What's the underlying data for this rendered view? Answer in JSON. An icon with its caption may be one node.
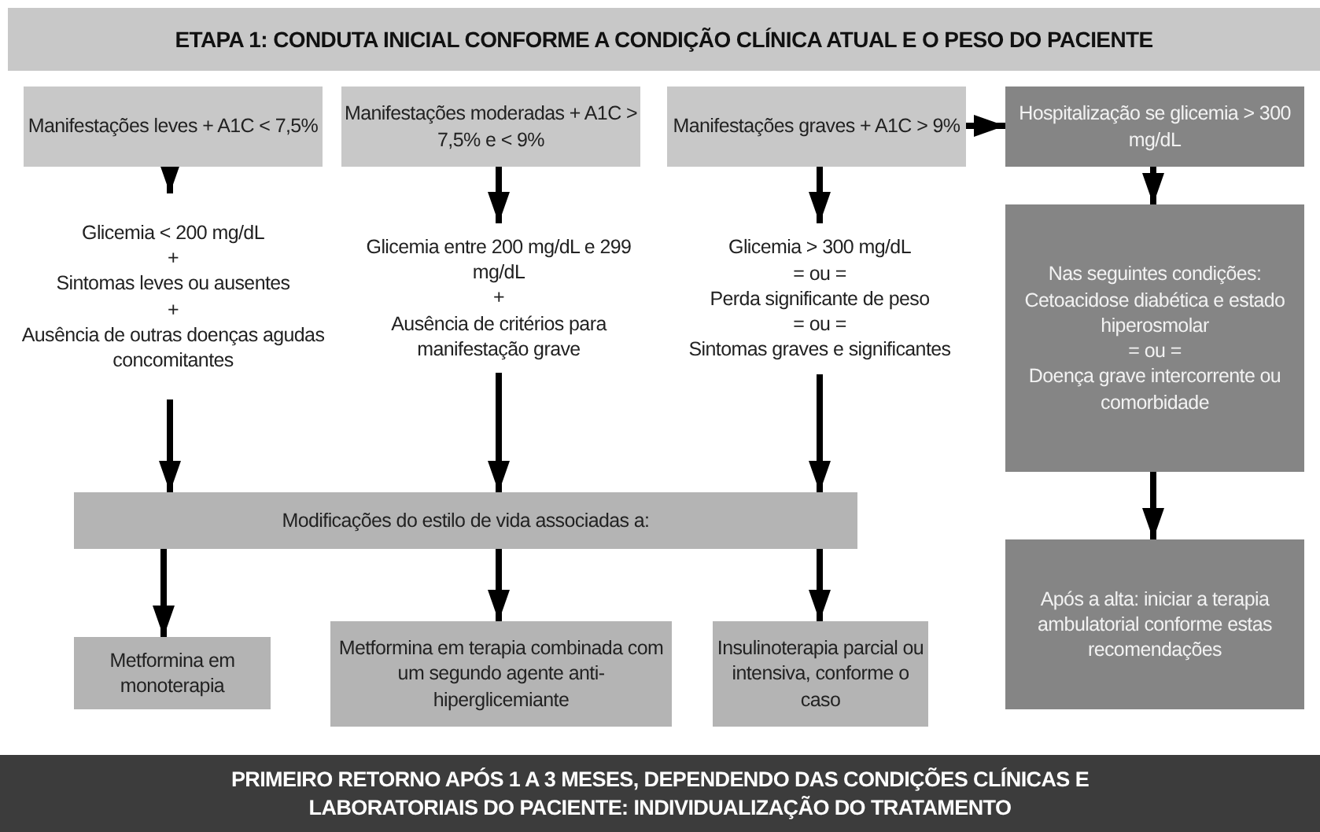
{
  "diagram": {
    "nodes": [
      {
        "text": [
          "ETAPA 1: CONDUTA INICIAL CONFORME A CONDIÇÃO CLÍNICA ATUAL E O PESO DO PACIENTE"
        ]
      },
      {
        "text": [
          "Manifestações leves + A1C < 7,5%"
        ]
      },
      {
        "text": [
          "Manifestações moderadas + A1C > 7,5% e < 9%"
        ]
      },
      {
        "text": [
          "Manifestações graves + A1C > 9%"
        ]
      },
      {
        "text": [
          "Hospitalização se glicemia > 300 mg/dL"
        ]
      },
      {
        "text": [
          "Glicemia < 200 mg/dL",
          "+",
          "Sintomas leves ou ausentes",
          "+",
          "Ausência de outras doenças agudas concomitantes"
        ]
      },
      {
        "text": [
          "Glicemia entre 200 mg/dL e 299 mg/dL",
          "+",
          "Ausência de critérios para manifestação grave"
        ]
      },
      {
        "text": [
          "Glicemia > 300 mg/dL",
          "= ou =",
          "Perda significante de peso",
          "= ou =",
          "Sintomas graves e significantes"
        ]
      },
      {
        "text": [
          "Nas seguintes condições:",
          "Cetoacidose diabética e estado hiperosmolar",
          "= ou =",
          "Doença grave intercorrente ou comorbidade"
        ]
      },
      {
        "text": [
          "Modificações do estilo de vida associadas a:"
        ]
      },
      {
        "text": [
          "Metformina em monoterapia"
        ]
      },
      {
        "text": [
          "Metformina em terapia combinada com um segundo agente anti-hiperglicemiante"
        ]
      },
      {
        "text": [
          "Insulinoterapia parcial ou intensiva, conforme o caso"
        ]
      },
      {
        "text": [
          "Após a alta: iniciar a terapia ambulatorial conforme estas recomendações"
        ]
      },
      {
        "text": [
          "PRIMEIRO RETORNO APÓS 1 A 3 MESES, DEPENDENDO DAS CONDIÇÕES CLÍNICAS E LABORATORIAIS DO PACIENTE: INDIVIDUALIZAÇÃO DO TRATAMENTO"
        ]
      }
    ],
    "edges": [
      {
        "from": 1,
        "to": 5,
        "arrow": "to"
      },
      {
        "from": 2,
        "to": 6,
        "arrow": "to"
      },
      {
        "from": 3,
        "to": 7,
        "arrow": "to"
      },
      {
        "from": 3,
        "to": 4,
        "arrow": "to"
      },
      {
        "from": 4,
        "to": 8,
        "arrow": "to"
      },
      {
        "from": 5,
        "to": 9,
        "arrow": "to"
      },
      {
        "from": 6,
        "to": 9,
        "arrow": "to"
      },
      {
        "from": 7,
        "to": 9,
        "arrow": "to"
      },
      {
        "from": 9,
        "to": 10,
        "arrow": "to"
      },
      {
        "from": 9,
        "to": 11,
        "arrow": "to"
      },
      {
        "from": 9,
        "to": 12,
        "arrow": "to"
      },
      {
        "from": 8,
        "to": 13,
        "arrow": "to"
      }
    ]
  }
}
